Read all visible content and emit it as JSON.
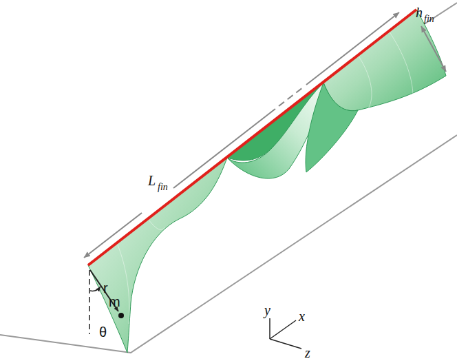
{
  "diagram": {
    "labels": [
      "L",
      "fin",
      "h",
      "fin",
      "r",
      "m",
      "θ",
      "y",
      "x",
      "z"
    ]
  }
}
